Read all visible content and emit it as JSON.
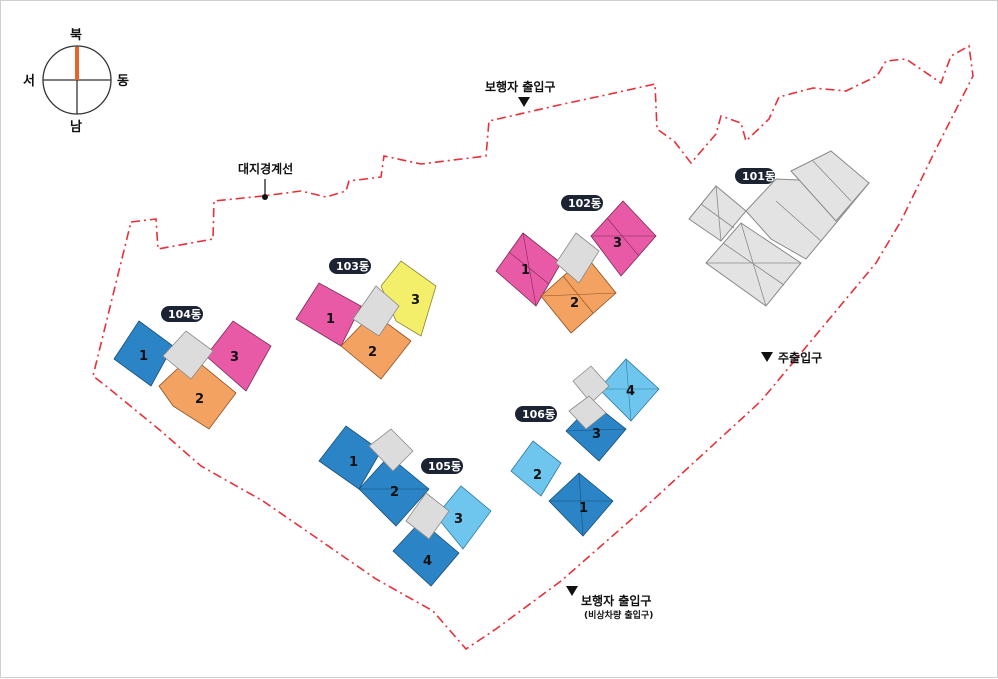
{
  "compass": {
    "north": "북",
    "south": "남",
    "east": "동",
    "west": "서"
  },
  "boundary_label": "대지경계선",
  "entrances": {
    "pedestrian_top": "보행자 출입구",
    "main": "주출입구",
    "pedestrian_bottom": "보행자 출입구",
    "pedestrian_bottom_sub": "(비상차량 출입구)"
  },
  "buildings": {
    "b101": {
      "tag": "101동"
    },
    "b102": {
      "tag": "102동",
      "u1": "1",
      "u2": "2",
      "u3": "3"
    },
    "b103": {
      "tag": "103동",
      "u1": "1",
      "u2": "2",
      "u3": "3"
    },
    "b104": {
      "tag": "104동",
      "u1": "1",
      "u2": "2",
      "u3": "3"
    },
    "b105": {
      "tag": "105동",
      "u1": "1",
      "u2": "2",
      "u3": "3",
      "u4": "4"
    },
    "b106": {
      "tag": "106동",
      "u1": "1",
      "u2": "2",
      "u3": "3",
      "u4": "4"
    }
  },
  "colors": {
    "boundary": "#e8303a",
    "pink": "#e85aa6",
    "orange": "#f4a261",
    "yellow": "#f3ef6a",
    "blue_dark": "#2a84c6",
    "blue_light": "#6ec6ef",
    "core_gray": "#dcdcdc",
    "tag_bg": "#1c2333",
    "north_marker": "#e8622a"
  }
}
